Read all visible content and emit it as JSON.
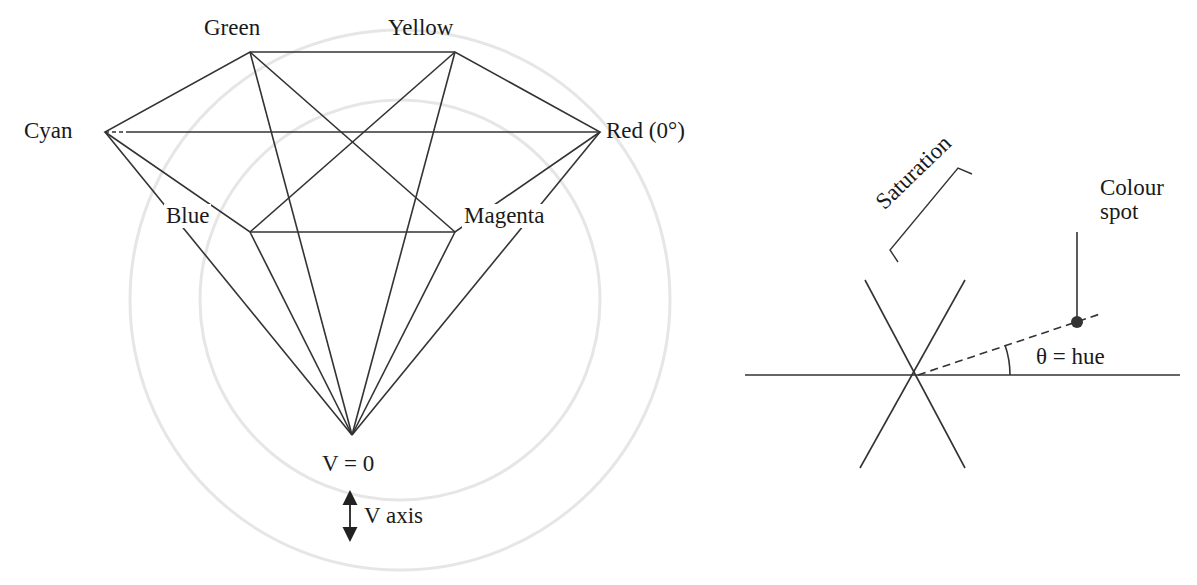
{
  "diagram": {
    "labels": [
      "Green",
      "Yellow",
      "Cyan",
      "Red (0°)",
      "Blue",
      "Magenta",
      "V = 0",
      "V axis",
      "Saturation",
      "Colour spot",
      "θ = hue"
    ]
  }
}
